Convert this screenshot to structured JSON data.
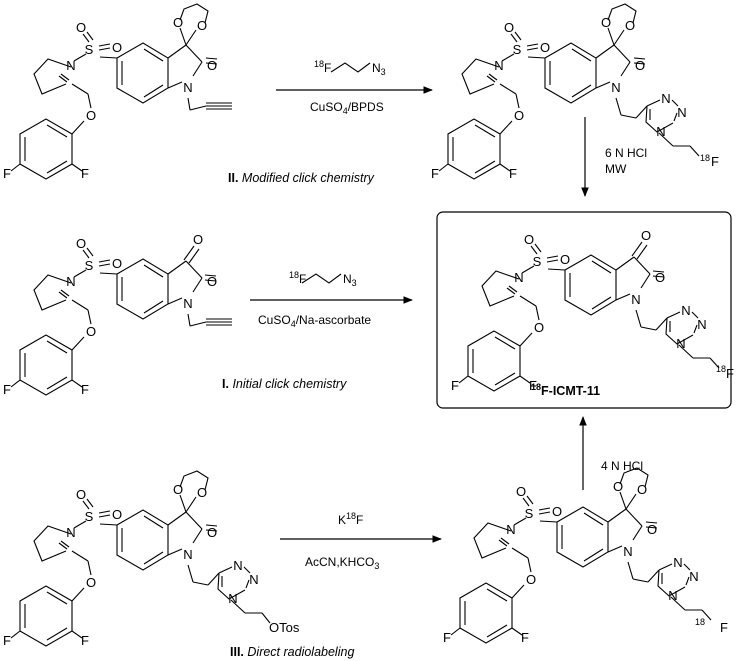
{
  "molecules": {
    "isatin": {
      "sulfonyl_s": "S",
      "sulfonyl_o": "O",
      "ring_n": "N",
      "ketone_o": "O",
      "lactam_o": "O",
      "indole_n": "N",
      "ether_o": "O",
      "fluoro_a": "F",
      "fluoro_b": "F"
    },
    "ketal": {
      "ketal_o": "O"
    },
    "triazole": {
      "n": "N"
    },
    "leaving_group": "OTos",
    "label_f": {
      "mass": "18",
      "symbol": "F"
    }
  },
  "reactions": {
    "modified": {
      "reagent_mass": "18",
      "reagent_f": "F",
      "reagent_n": "N",
      "reagent_n_sub": "3",
      "catalyst_a": "CuSO",
      "catalyst_a_sub": "4",
      "catalyst_b": "/BPDS",
      "number": "II.",
      "title": "Modified click chemistry"
    },
    "deprotect_top": {
      "line1": "6 N HCl",
      "line2": "MW"
    },
    "initial": {
      "reagent_mass": "18",
      "reagent_f": "F",
      "reagent_n": "N",
      "reagent_n_sub": "3",
      "catalyst_a": "CuSO",
      "catalyst_a_sub": "4",
      "catalyst_b": "/Na-ascorbate",
      "number": "I.",
      "title": "Initial click chemistry"
    },
    "direct": {
      "reagent_k": "K",
      "reagent_mass": "18",
      "reagent_f": "F",
      "solvent": "AcCN,KHCO",
      "solvent_sub": "3",
      "number": "III.",
      "title": "Direct radiolabeling"
    },
    "deprotect_bottom": {
      "line1": "4 N HCl"
    }
  },
  "product": {
    "mass": "18",
    "name": "F-ICMT-11"
  }
}
